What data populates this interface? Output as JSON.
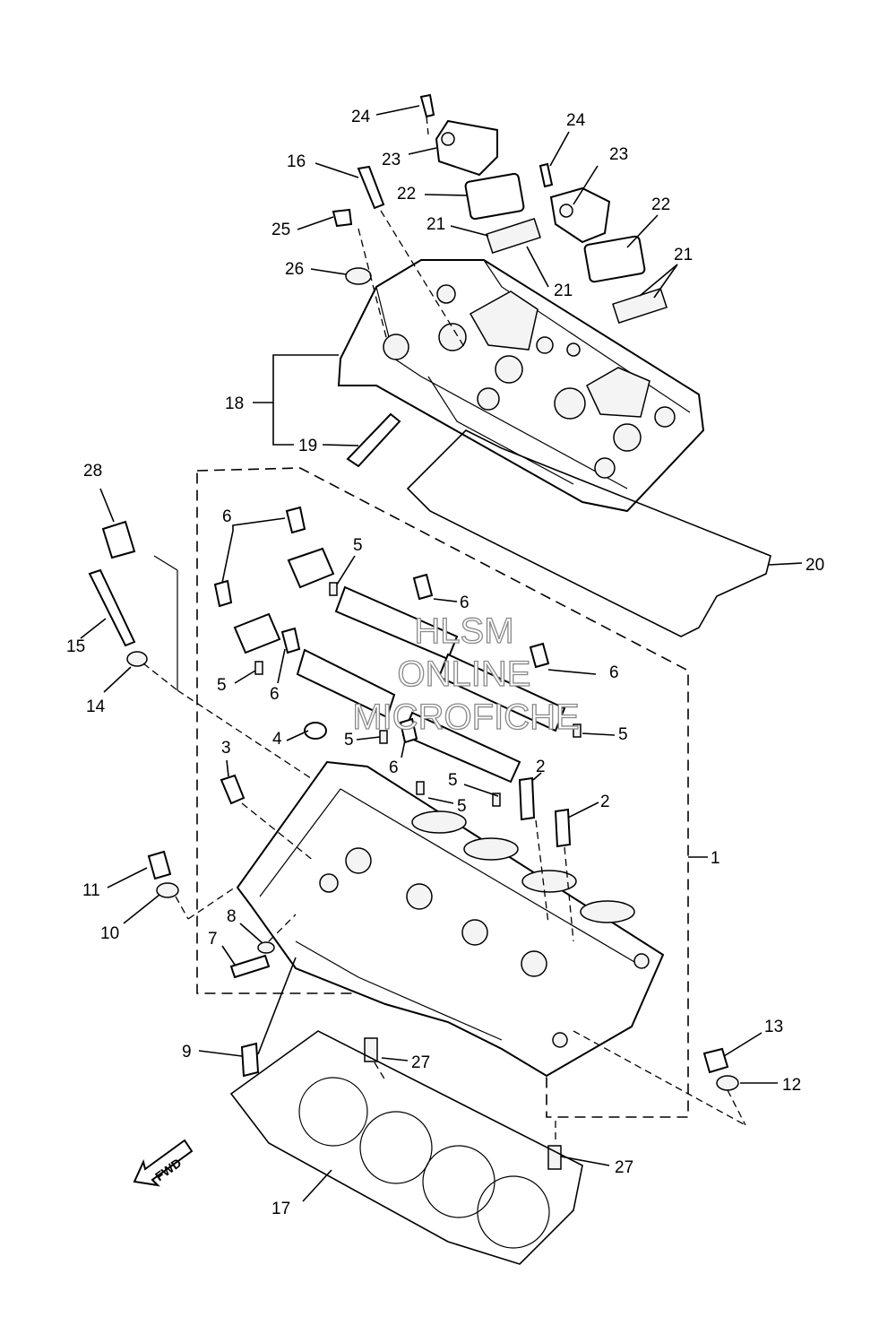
{
  "callouts": [
    {
      "id": "c24a",
      "text": "24"
    },
    {
      "id": "c23a",
      "text": "23"
    },
    {
      "id": "c16",
      "text": "16"
    },
    {
      "id": "c22a",
      "text": "22"
    },
    {
      "id": "c21a",
      "text": "21"
    },
    {
      "id": "c25",
      "text": "25"
    },
    {
      "id": "c26",
      "text": "26"
    },
    {
      "id": "c21b",
      "text": "21"
    },
    {
      "id": "c24b",
      "text": "24"
    },
    {
      "id": "c23b",
      "text": "23"
    },
    {
      "id": "c22b",
      "text": "22"
    },
    {
      "id": "c21c",
      "text": "21"
    },
    {
      "id": "c18",
      "text": "18"
    },
    {
      "id": "c19",
      "text": "19"
    },
    {
      "id": "c20",
      "text": "20"
    },
    {
      "id": "c28",
      "text": "28"
    },
    {
      "id": "c6a",
      "text": "6"
    },
    {
      "id": "c5a",
      "text": "5"
    },
    {
      "id": "c6b",
      "text": "6"
    },
    {
      "id": "c15",
      "text": "15"
    },
    {
      "id": "c14",
      "text": "14"
    },
    {
      "id": "c5b",
      "text": "5"
    },
    {
      "id": "c6c",
      "text": "6"
    },
    {
      "id": "c6d",
      "text": "6"
    },
    {
      "id": "c4",
      "text": "4"
    },
    {
      "id": "c5c",
      "text": "5"
    },
    {
      "id": "c5d",
      "text": "5"
    },
    {
      "id": "c3",
      "text": "3"
    },
    {
      "id": "c6e",
      "text": "6"
    },
    {
      "id": "c2a",
      "text": "2"
    },
    {
      "id": "c5e",
      "text": "5"
    },
    {
      "id": "c5f",
      "text": "5"
    },
    {
      "id": "c2b",
      "text": "2"
    },
    {
      "id": "c1",
      "text": "1"
    },
    {
      "id": "c11",
      "text": "11"
    },
    {
      "id": "c10",
      "text": "10"
    },
    {
      "id": "c8",
      "text": "8"
    },
    {
      "id": "c7",
      "text": "7"
    },
    {
      "id": "c13",
      "text": "13"
    },
    {
      "id": "c9",
      "text": "9"
    },
    {
      "id": "c27a",
      "text": "27"
    },
    {
      "id": "c12",
      "text": "12"
    },
    {
      "id": "c27b",
      "text": "27"
    },
    {
      "id": "c17",
      "text": "17"
    }
  ],
  "fwd_label": "FWD",
  "watermark": [
    "HLSM",
    "ONLINE",
    "MICROFICHE"
  ]
}
